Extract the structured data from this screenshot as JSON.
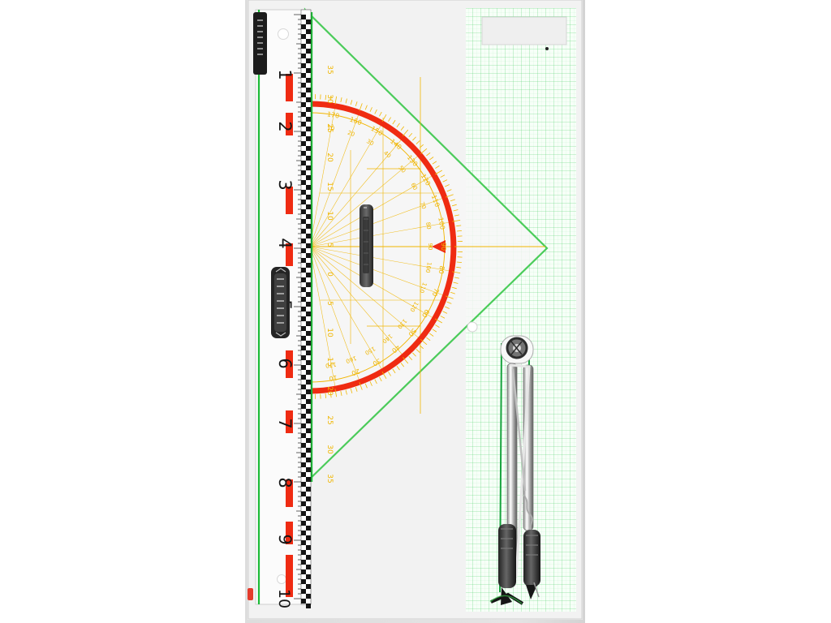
{
  "ruler": {
    "numbers": [
      "1",
      "2",
      "3",
      "4",
      "5",
      "6",
      "7",
      "8",
      "9",
      "10"
    ]
  },
  "protractor": {
    "degrees_left": [
      "170",
      "160",
      "150",
      "140",
      "130",
      "120",
      "110",
      "100",
      "90",
      "80",
      "70",
      "60",
      "50",
      "40",
      "30",
      "20",
      "10"
    ],
    "degrees_right": [
      "10",
      "20",
      "30",
      "40",
      "50",
      "60",
      "70",
      "80",
      "90",
      "100",
      "110",
      "120",
      "130",
      "140",
      "150",
      "160",
      "170"
    ],
    "edge_numbers": [
      "35",
      "30",
      "25",
      "20",
      "15",
      "10",
      "5",
      "0",
      "5",
      "10",
      "15",
      "20",
      "25",
      "30",
      "35"
    ]
  },
  "colors": {
    "green": "#39c14a",
    "red": "#ef2b12",
    "yellow": "#f2b600",
    "black": "#111111",
    "white_panel": "#f3f3f3",
    "gray_board": "#dcdcdc"
  }
}
